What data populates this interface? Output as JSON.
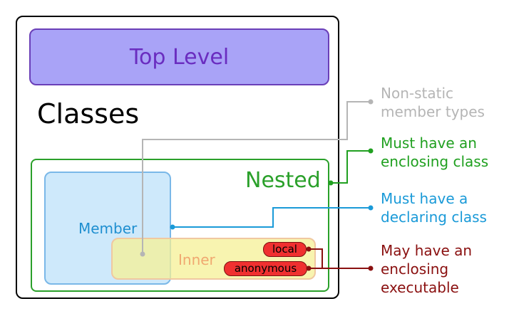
{
  "diagram": {
    "top_level_label": "Top Level",
    "classes_title": "Classes",
    "nested_label": "Nested",
    "member_label": "Member",
    "inner_label": "Inner",
    "local_label": "local",
    "anonymous_label": "anonymous"
  },
  "notes": {
    "nonstatic": [
      "Non-static",
      "member types"
    ],
    "enclosing": [
      "Must have an",
      "enclosing class"
    ],
    "declaring": [
      "Must have a",
      "declaring class"
    ],
    "executable": [
      "May have an",
      "enclosing",
      "executable"
    ]
  },
  "colors": {
    "top_level_fill": "#a9a3f7",
    "top_level_text": "#6a2dc0",
    "nested": "#2aa02a",
    "member_fill": "#bee1fa",
    "member_text": "#1f8fd0",
    "inner_fill": "#f5f096",
    "inner_text": "#f0a870",
    "pill_fill": "#f03030",
    "nonstatic_note": "#b5b5b5",
    "enclosing_note": "#20a020",
    "declaring_note": "#1a9ad8",
    "executable_note": "#8a1010"
  }
}
